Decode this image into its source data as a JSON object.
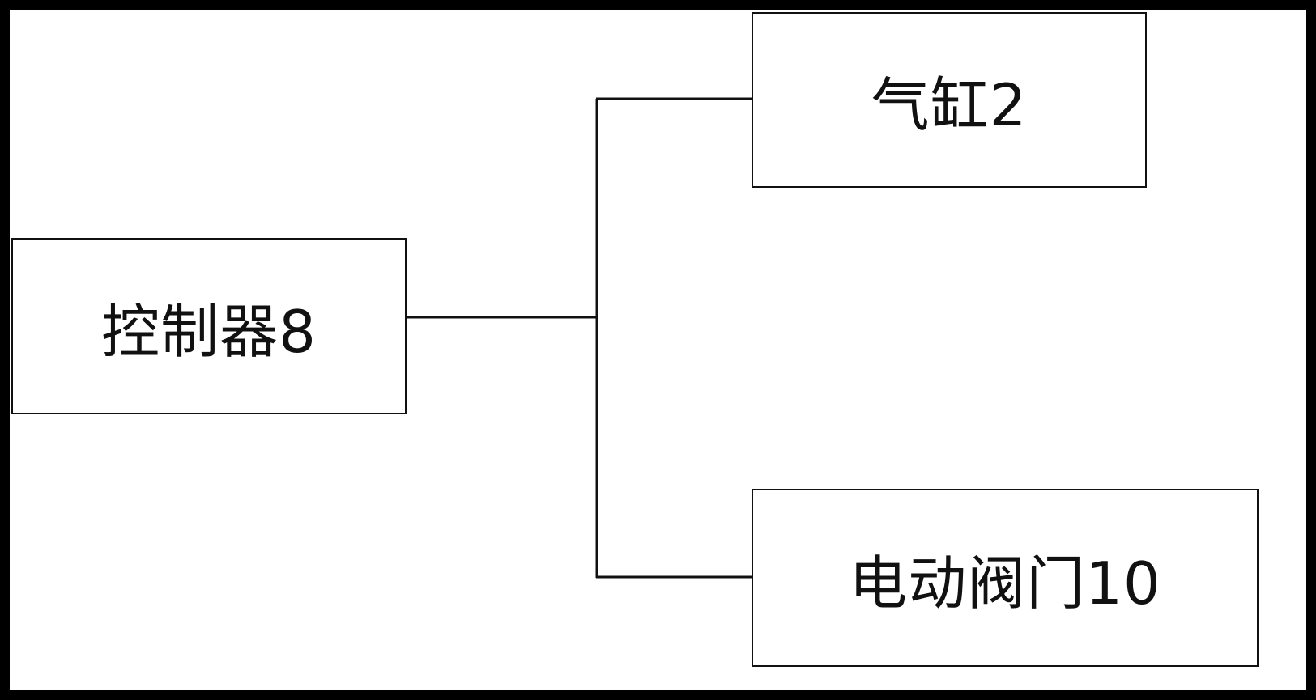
{
  "diagram": {
    "blocks": {
      "controller": {
        "label": "控制器8"
      },
      "cylinder": {
        "label": "气缸2"
      },
      "valve": {
        "label": "电动阀门10"
      }
    },
    "colors": {
      "frame": "#000000",
      "background": "#ffffff",
      "stroke": "#111111"
    }
  }
}
